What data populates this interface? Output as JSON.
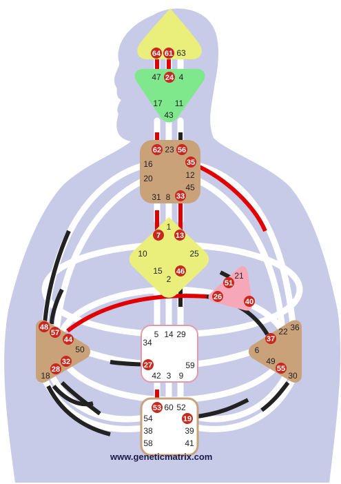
{
  "watermark": "www.geneticmatrix.com",
  "colors": {
    "body": "#c8cbe8",
    "channel": "#ffffff",
    "active_red": "#e00000",
    "active_black": "#222222",
    "gate_circle": "#c8281e",
    "head": "#e9ef7a",
    "ajna": "#7fe88c",
    "brown": "#c9a27a",
    "g_center": "#e9ef7a",
    "spleen_brown": "#c9a27a",
    "solar_brown": "#c9a27a",
    "heart": "#f6a8b8",
    "sacral": "#ffffff",
    "sacral_border": "#e39aa8",
    "root": "#ffffff",
    "root_border": "#c9a27a"
  },
  "centers": [
    {
      "name": "head-center",
      "gates": [
        "64",
        "61",
        "63"
      ],
      "active": [
        "64",
        "61"
      ]
    },
    {
      "name": "ajna-center",
      "gates": [
        "47",
        "24",
        "4",
        "17",
        "11",
        "43"
      ],
      "active": [
        "24"
      ]
    },
    {
      "name": "throat-center",
      "gates": [
        "62",
        "23",
        "56",
        "16",
        "35",
        "20",
        "12",
        "45",
        "31",
        "8",
        "33"
      ],
      "active": [
        "62",
        "56",
        "35",
        "33"
      ]
    },
    {
      "name": "g-center",
      "gates": [
        "1",
        "7",
        "13",
        "10",
        "25",
        "15",
        "46",
        "2"
      ],
      "active": [
        "7",
        "13",
        "46"
      ]
    },
    {
      "name": "heart-center",
      "gates": [
        "21",
        "51",
        "26",
        "40"
      ],
      "active": [
        "51",
        "26",
        "40"
      ]
    },
    {
      "name": "spleen-center",
      "gates": [
        "48",
        "57",
        "44",
        "50",
        "32",
        "28",
        "18"
      ],
      "active": [
        "48",
        "57",
        "44",
        "32",
        "28"
      ]
    },
    {
      "name": "sacral-center",
      "gates": [
        "5",
        "14",
        "29",
        "34",
        "27",
        "59",
        "42",
        "3",
        "9"
      ],
      "active": [
        "27"
      ]
    },
    {
      "name": "solar-plexus-center",
      "gates": [
        "36",
        "22",
        "37",
        "6",
        "49",
        "55",
        "30"
      ],
      "active": [
        "37",
        "55"
      ]
    },
    {
      "name": "root-center",
      "gates": [
        "53",
        "60",
        "52",
        "54",
        "19",
        "38",
        "39",
        "58",
        "41"
      ],
      "active": [
        "53",
        "19"
      ]
    }
  ]
}
